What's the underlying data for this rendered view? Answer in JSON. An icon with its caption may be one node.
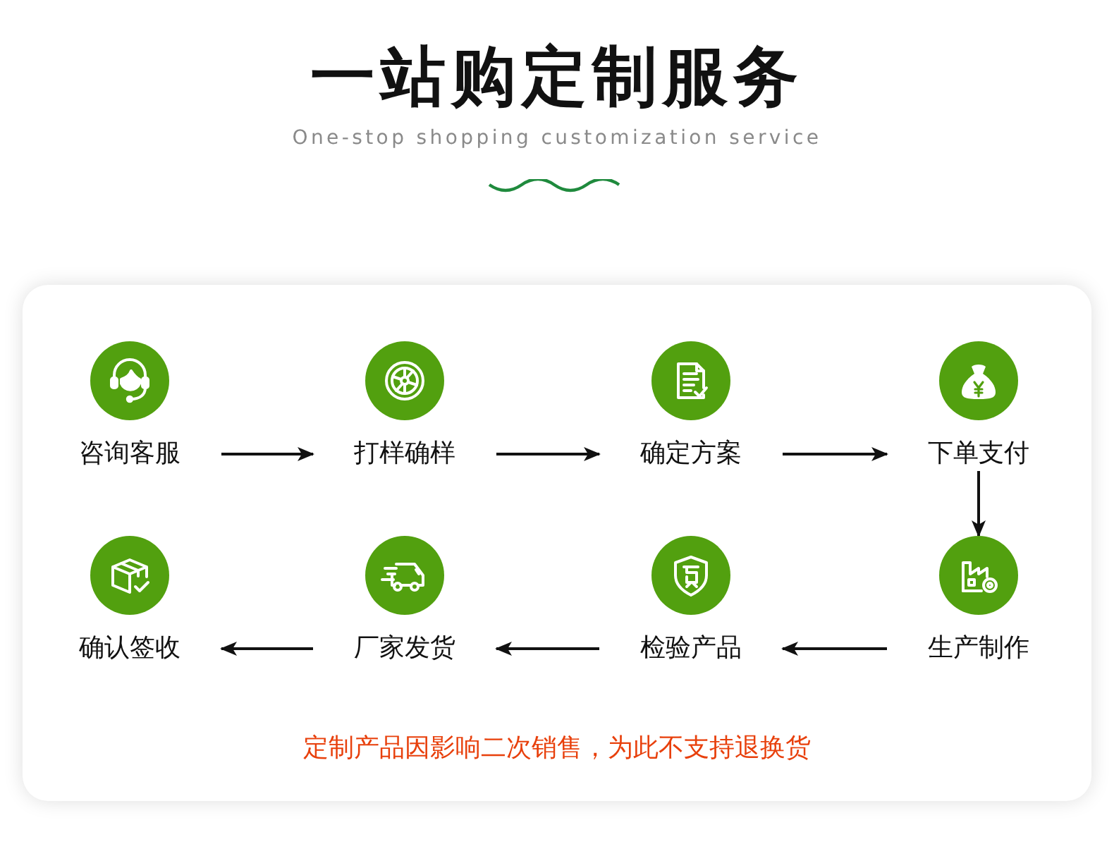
{
  "diagram": {
    "title": "一站购定制服务",
    "nodes": [
      {
        "text": [
          "咨询客服"
        ]
      },
      {
        "text": [
          "打样确样"
        ]
      },
      {
        "text": [
          "确定方案"
        ]
      },
      {
        "text": [
          "下单支付"
        ]
      },
      {
        "text": [
          "生产制作"
        ]
      },
      {
        "text": [
          "检验产品"
        ]
      },
      {
        "text": [
          "厂家发货"
        ]
      },
      {
        "text": [
          "确认签收"
        ]
      }
    ],
    "edges": [
      {
        "from": 0,
        "to": 1,
        "arrow": "to"
      },
      {
        "from": 1,
        "to": 2,
        "arrow": "to"
      },
      {
        "from": 2,
        "to": 3,
        "arrow": "to"
      },
      {
        "from": 3,
        "to": 4,
        "arrow": "to"
      },
      {
        "from": 4,
        "to": 5,
        "arrow": "to"
      },
      {
        "from": 5,
        "to": 6,
        "arrow": "to"
      },
      {
        "from": 6,
        "to": 7,
        "arrow": "to"
      }
    ],
    "labels": [
      "One-stop shopping customization service",
      "定制产品因影响二次销售，为此不支持退换货"
    ]
  }
}
